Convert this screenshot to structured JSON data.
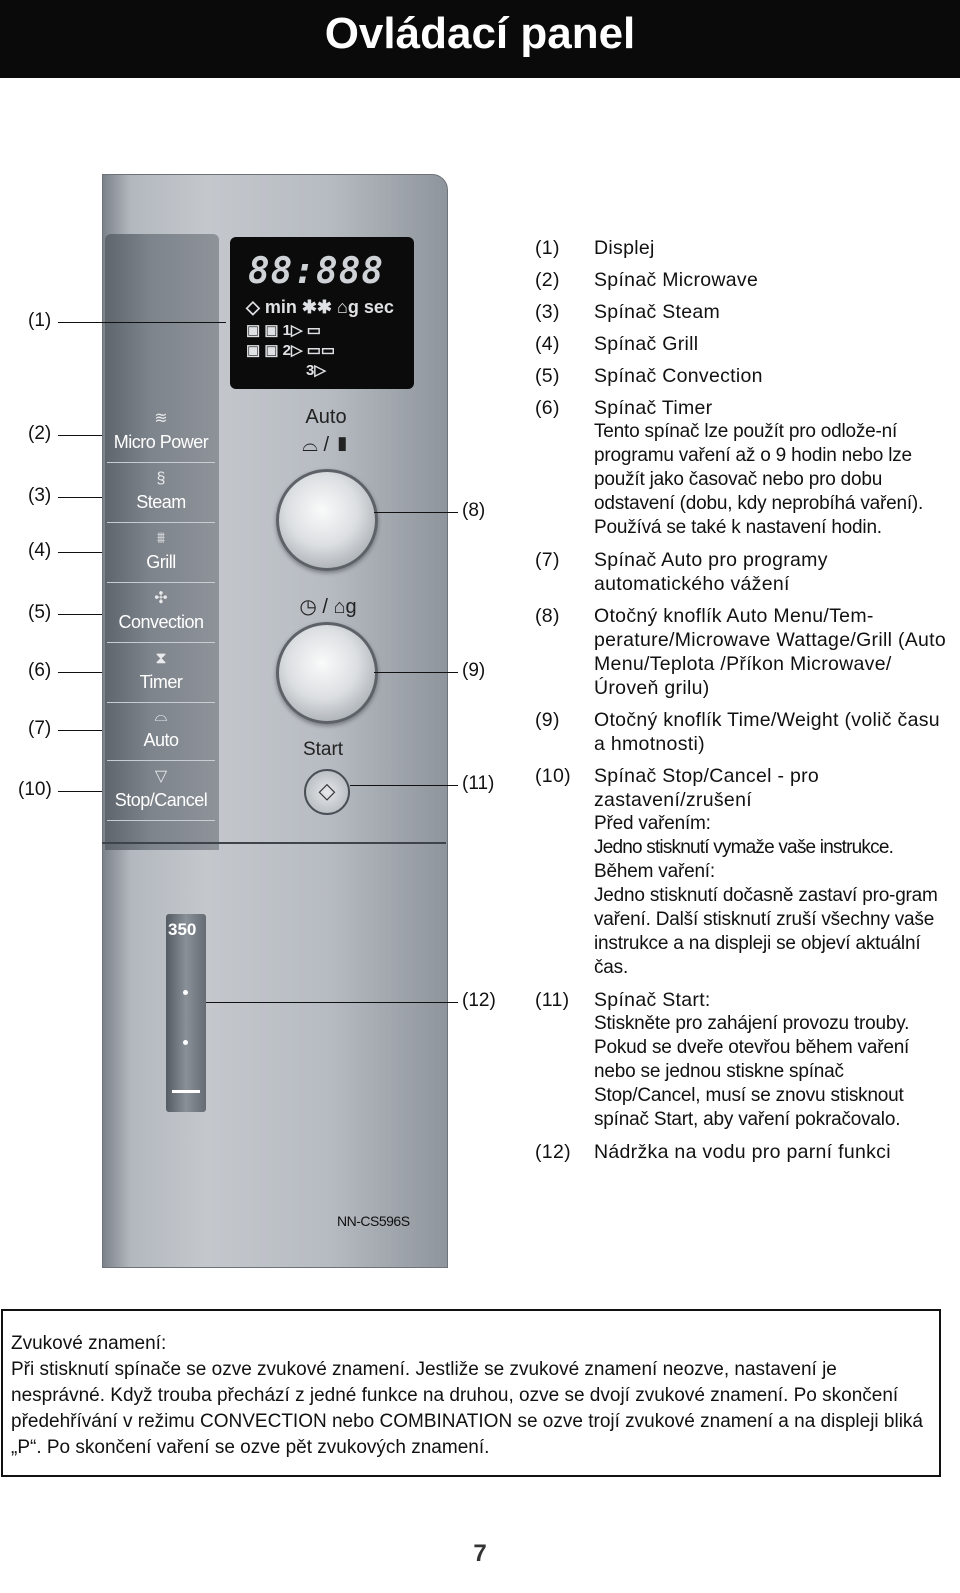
{
  "title": "Ovládací panel",
  "panel": {
    "buttons": [
      {
        "icon": "microwave-icon",
        "glyph": "≋",
        "label": "Micro Power"
      },
      {
        "icon": "steam-icon",
        "glyph": "§",
        "label": "Steam"
      },
      {
        "icon": "grill-icon",
        "glyph": "⩩",
        "label": "Grill"
      },
      {
        "icon": "fan-icon",
        "glyph": "✣",
        "label": "Convection"
      },
      {
        "icon": "hourglass-icon",
        "glyph": "⧗",
        "label": "Timer"
      },
      {
        "icon": "pot-icon",
        "glyph": "⌓",
        "label": "Auto"
      },
      {
        "icon": "stop-icon",
        "glyph": "▽",
        "label": "Stop/Cancel"
      }
    ],
    "display": {
      "digits": "88:888",
      "row1": "◇ min ✱✱ ⌂g sec",
      "row2": "▣ ▣ 1▷ ▭",
      "row3": "▣ ▣ 2▷ ▭▭",
      "row4": "3▷"
    },
    "auto_label": "Auto",
    "auto_icons": "⌓ / ▮",
    "time_weight_icons": "◷ / ⌂g",
    "start_label": "Start",
    "start_glyph": "◇",
    "tank_number": "350",
    "model": "NN-CS596S"
  },
  "callouts": {
    "c1": "(1)",
    "c2": "(2)",
    "c3": "(3)",
    "c4": "(4)",
    "c5": "(5)",
    "c6": "(6)",
    "c7": "(7)",
    "c10": "(10)",
    "c8": "(8)",
    "c9": "(9)",
    "c11": "(11)",
    "c12": "(12)"
  },
  "items": [
    {
      "num": "(1)",
      "text": "Displej"
    },
    {
      "num": "(2)",
      "text": "Spínač Microwave"
    },
    {
      "num": "(3)",
      "text": "Spínač Steam"
    },
    {
      "num": "(4)",
      "text": "Spínač Grill"
    },
    {
      "num": "(5)",
      "text": "Spínač Convection"
    },
    {
      "num": "(6)",
      "text": "Spínač Timer",
      "sub": "Tento spínač lze použít pro odlože-ní programu vaření až o 9 hodin nebo lze použít jako časovač nebo pro dobu odstavení (dobu, kdy neprobíhá vaření). Používá se také k nastavení hodin."
    },
    {
      "num": "(7)",
      "text": "Spínač Auto pro programy automatického vážení"
    },
    {
      "num": "(8)",
      "text": "Otočný knoflík Auto Menu/Tem-perature/Microwave Wattage/Grill (Auto Menu/Teplota /Příkon Microwave/Úroveň grilu)"
    },
    {
      "num": "(9)",
      "text": "Otočný knoflík Time/Weight (volič času a hmotnosti)"
    },
    {
      "num": "(10)",
      "text": "Spínač Stop/Cancel - pro zastavení/zrušení",
      "h1": "Před vařením:",
      "s1": "Jedno stisknutí vymaže vaše instrukce.",
      "h2": "Během vaření:",
      "s2": "Jedno stisknutí dočasně zastaví pro-gram vaření. Další stisknutí zruší všechny vaše instrukce a na displeji se objeví aktuální čas."
    },
    {
      "num": "(11)",
      "text": "Spínač Start:",
      "sub": "Stiskněte pro zahájení provozu trouby. Pokud se dveře otevřou během vaření nebo se jednou stiskne spínač Stop/Cancel, musí se znovu stisknout spínač Start, aby vaření pokračovalo."
    },
    {
      "num": "(12)",
      "text": "Nádržka na vodu pro parní funkci"
    }
  ],
  "note": {
    "heading": "Zvukové znamení:",
    "body": "Při stisknutí spínače se ozve zvukové znamení. Jestliže se zvukové znamení neozve, nastavení je nesprávné. Když trouba přechází z jedné funkce na druhou, ozve se dvojí zvukové znamení. Po skončení předehřívání v režimu CONVECTION nebo COMBINATION se ozve trojí zvukové znamení a na displeji bliká „P“. Po skončení vaření se ozve pět zvukových znamení."
  },
  "page_number": "7"
}
